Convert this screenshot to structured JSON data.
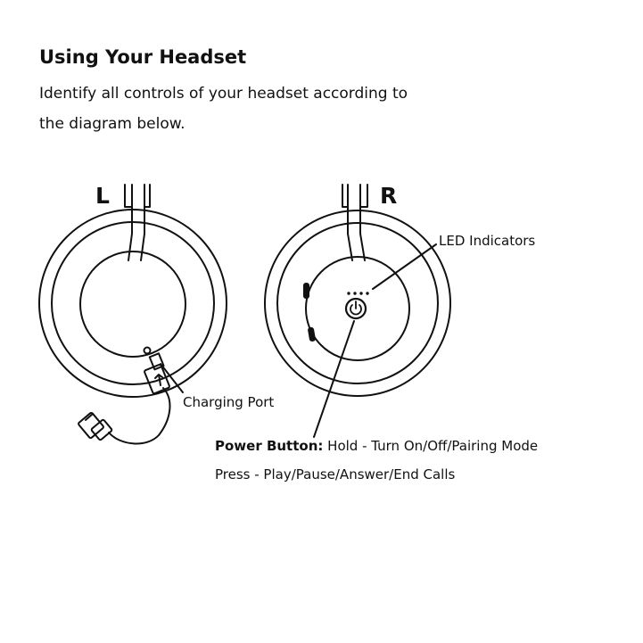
{
  "heading": "Using Your Headset",
  "intro": {
    "line1": "Identify all controls of your headset according to",
    "line2": "the diagram below."
  },
  "diagram": {
    "left_label": "L",
    "right_label": "R",
    "callouts": {
      "led": "LED Indicators",
      "charging": "Charging Port",
      "power_title": "Power Button:",
      "power_hold": "Hold - Turn On/Off/Pairing Mode",
      "power_press": "Press - Play/Pause/Answer/End Calls"
    }
  }
}
